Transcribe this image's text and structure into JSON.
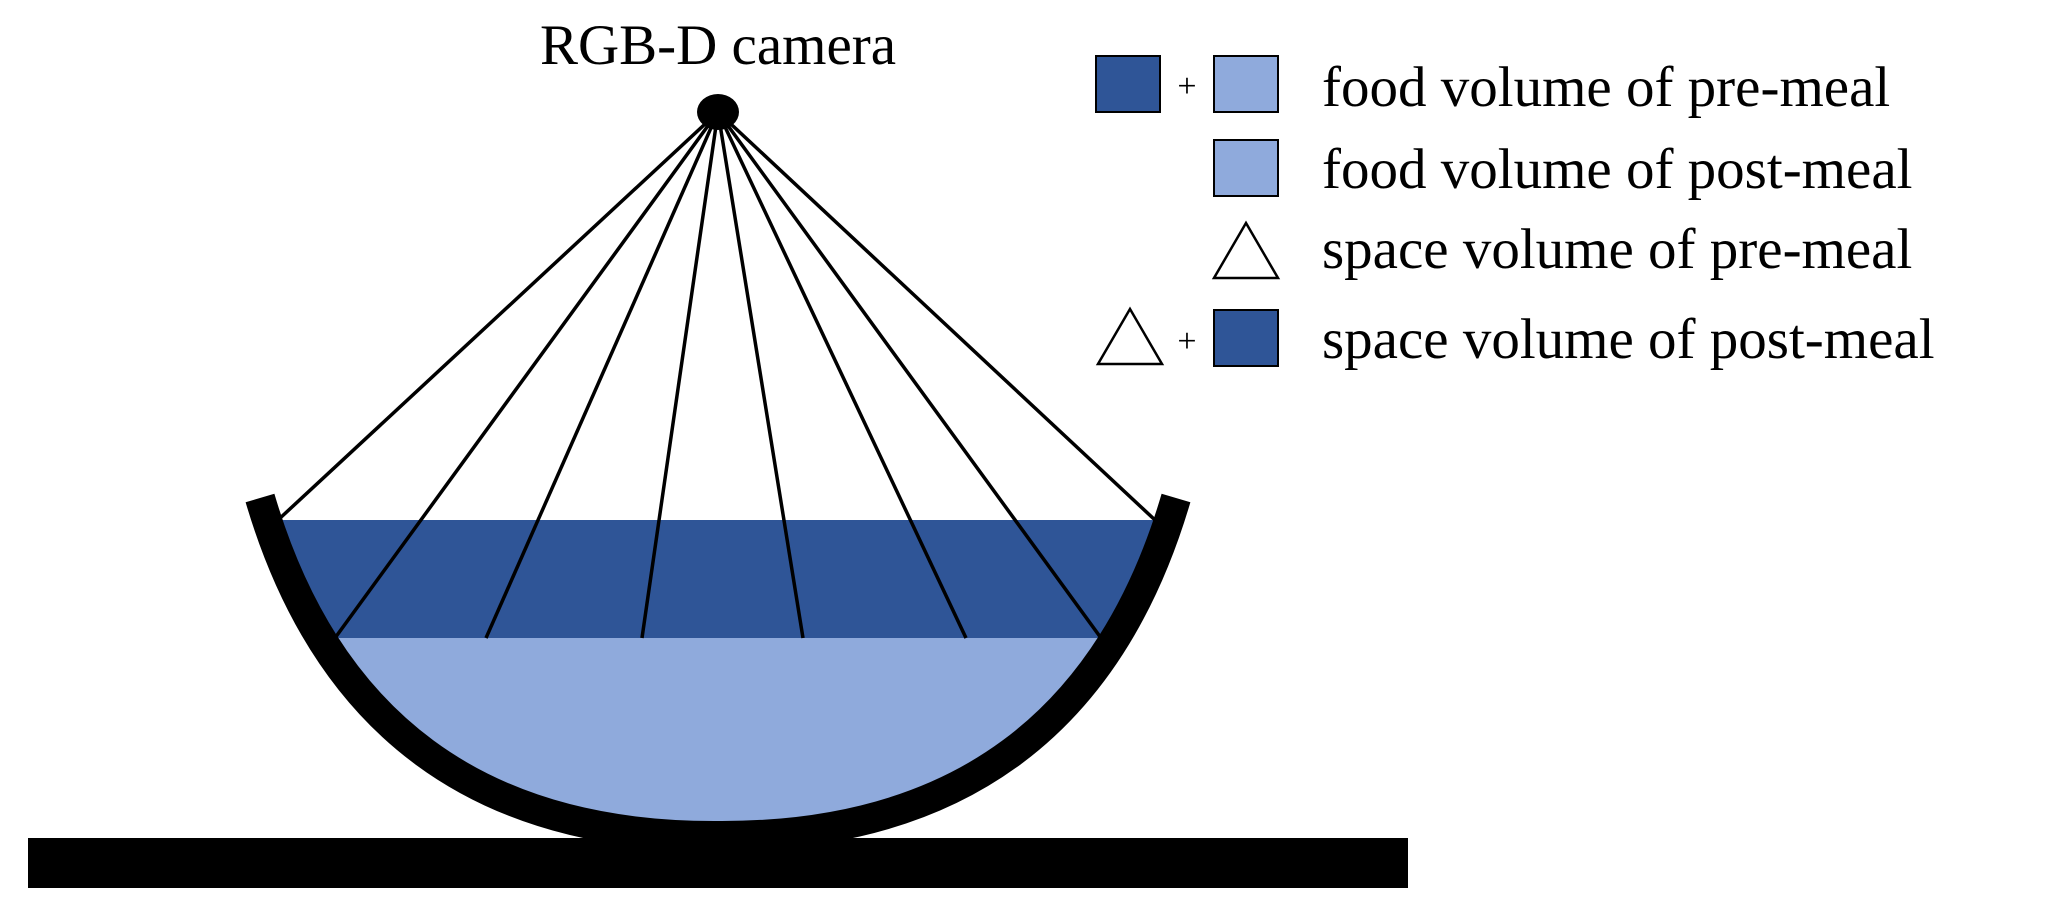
{
  "diagram": {
    "camera_label": "RGB-D camera",
    "colors": {
      "dark_blue": "#2f5597",
      "light_blue": "#8faadc",
      "bowl": "#000000",
      "background": "#ffffff"
    },
    "legend": [
      {
        "label": "food volume of pre-meal",
        "symbols": [
          "dark-square",
          "plus",
          "light-square"
        ]
      },
      {
        "label": "food volume of post-meal",
        "symbols": [
          "light-square"
        ]
      },
      {
        "label": "space volume of pre-meal",
        "symbols": [
          "triangle"
        ]
      },
      {
        "label": "space volume of post-meal",
        "symbols": [
          "triangle",
          "plus",
          "dark-square"
        ]
      }
    ],
    "plus_sign": "+"
  }
}
